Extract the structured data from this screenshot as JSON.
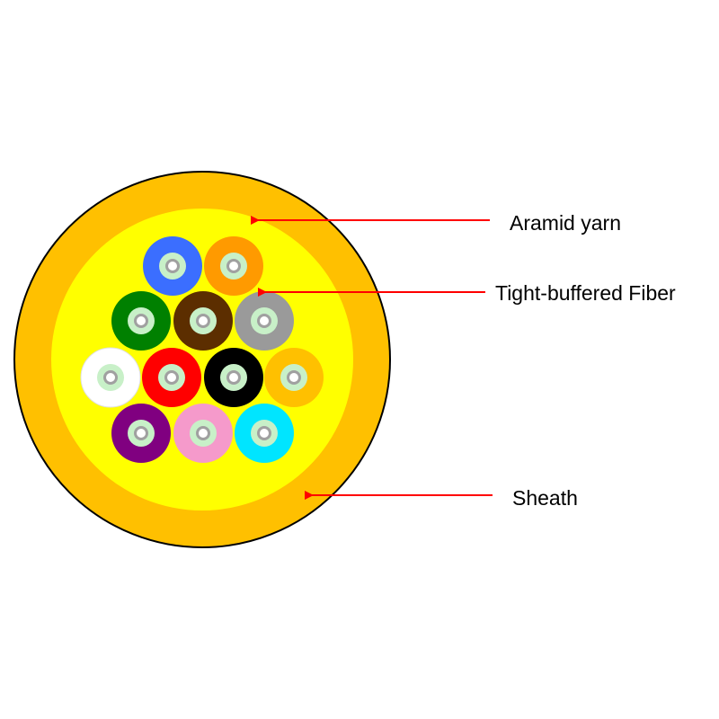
{
  "labels": {
    "aramid_yarn": "Aramid yarn",
    "tight_buffered_fiber": "Tight-buffered Fiber",
    "sheath": "Sheath"
  },
  "colors": {
    "sheath": "#FFC000",
    "aramid_yarn": "#FFFF00",
    "outline": "#000000",
    "arrow": "#FF0000",
    "fiber_cladding": "#C8F0C8",
    "fiber_core_ring": "#A0A0A0",
    "fiber_core": "#FFFFFF"
  },
  "fibers": [
    {
      "name": "blue",
      "color": "#3B6EFF"
    },
    {
      "name": "orange",
      "color": "#FF9A00"
    },
    {
      "name": "green",
      "color": "#008000"
    },
    {
      "name": "brown",
      "color": "#5C2E00"
    },
    {
      "name": "slate",
      "color": "#9A9A9A"
    },
    {
      "name": "white",
      "color": "#FFFFFF"
    },
    {
      "name": "red",
      "color": "#FF0000"
    },
    {
      "name": "black",
      "color": "#000000"
    },
    {
      "name": "yellow",
      "color": "#FFC000"
    },
    {
      "name": "violet",
      "color": "#800080"
    },
    {
      "name": "rose",
      "color": "#F59ACB"
    },
    {
      "name": "aqua",
      "color": "#00E5FF"
    }
  ]
}
